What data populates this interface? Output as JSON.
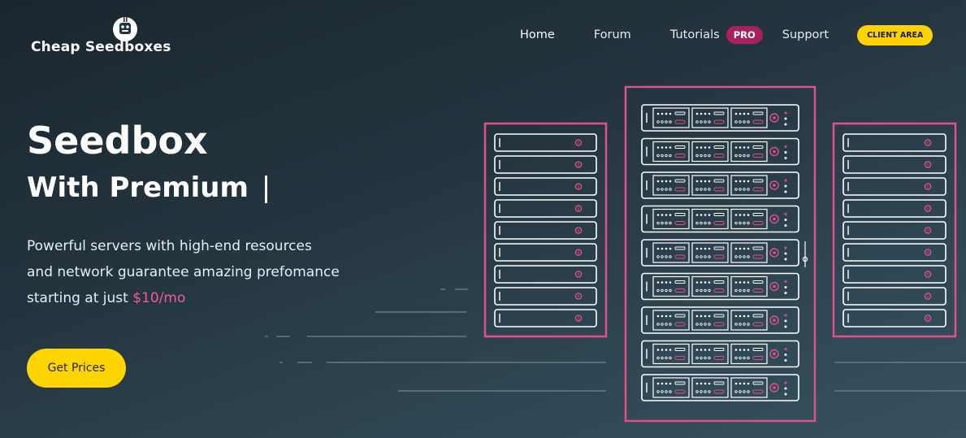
{
  "brand": {
    "name": "Cheap Seedboxes",
    "icon": "seedbox-mascot-icon"
  },
  "nav": {
    "home": "Home",
    "forum": "Forum",
    "tutorials": "Tutorials",
    "pro_badge": "PRO",
    "support": "Support",
    "client_area": "CLIENT AREA"
  },
  "hero": {
    "title": "Seedbox",
    "subtitle": "With Premium",
    "cursor": "|",
    "desc_line1": "Powerful servers with high-end resources",
    "desc_line2": "and network guarantee amazing prefomance",
    "desc_line3_prefix": "starting at just ",
    "price": "$10/mo",
    "cta": "Get Prices"
  },
  "colors": {
    "accent_yellow": "#ffd500",
    "accent_pink": "#e0508a",
    "pro_badge": "#a8205e",
    "server_stroke": "#ffffff"
  }
}
